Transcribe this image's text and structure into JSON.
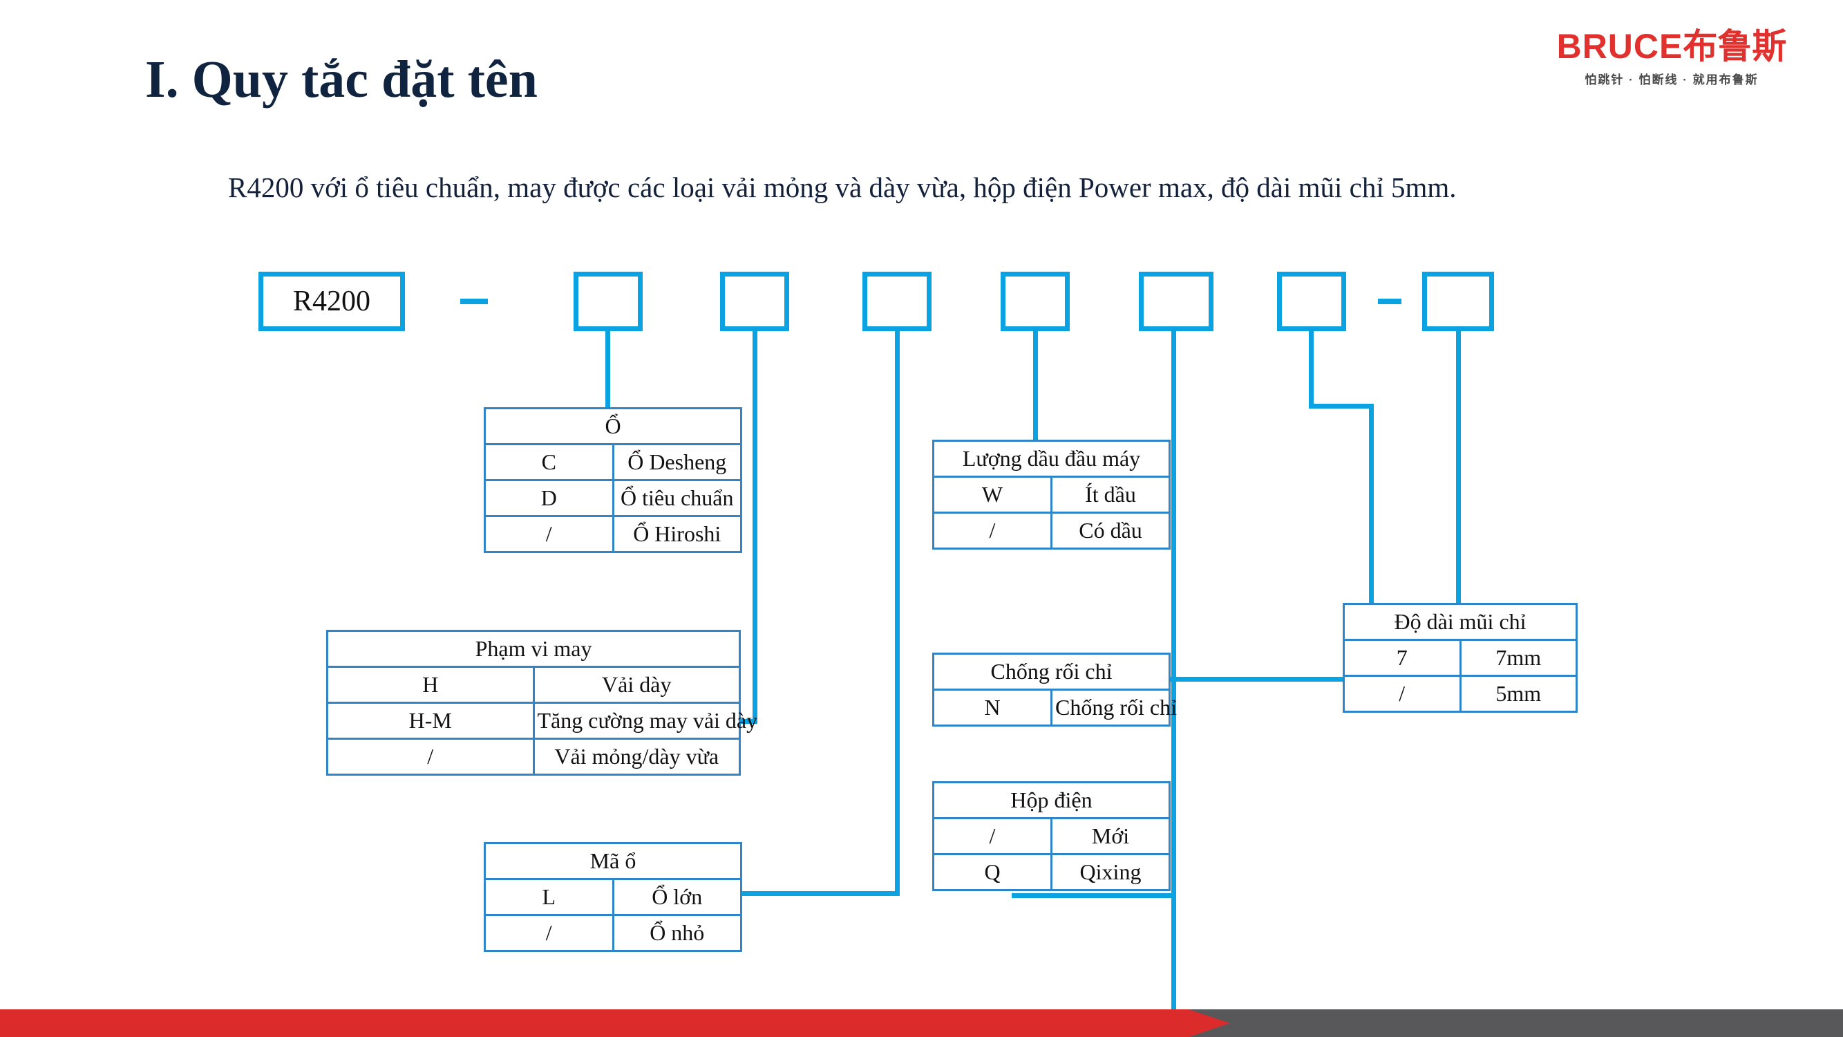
{
  "logo": {
    "brand_latin": "BRUCE",
    "brand_cn": "布鲁斯",
    "tagline": "怕跳针 · 怕断线 · 就用布鲁斯",
    "brand_color": "#E0312E",
    "tagline_color": "#4a4a4a"
  },
  "header": {
    "title": "I. Quy tắc đặt tên",
    "subtitle": "R4200 với ổ tiêu chuẩn, may được các loại vải mỏng và dày vừa, hộp điện Power max, độ dài mũi chỉ 5mm.",
    "title_color": "#102440"
  },
  "code_row": {
    "model_box": "R4200",
    "separator_1": "–",
    "separator_2": "-",
    "blank_boxes": [
      "",
      "",
      "",
      "",
      "",
      "",
      ""
    ]
  },
  "colors": {
    "connector_blue": "#0BA2E2",
    "table_border_blue": "#2E85C8",
    "bar_red": "#DB2B2B",
    "bar_grey": "#58585B"
  },
  "tables": [
    {
      "id": "o",
      "header": "Ổ",
      "rows": [
        {
          "code": "C",
          "desc": "Ổ Desheng"
        },
        {
          "code": "D",
          "desc": "Ổ tiêu chuẩn"
        },
        {
          "code": "/",
          "desc": "Ổ Hiroshi"
        }
      ]
    },
    {
      "id": "pham-vi-may",
      "header": "Phạm vi may",
      "rows": [
        {
          "code": "H",
          "desc": "Vải dày"
        },
        {
          "code": "H-M",
          "desc": "Tăng cường may vải dày"
        },
        {
          "code": "/",
          "desc": "Vải mỏng/dày vừa"
        }
      ]
    },
    {
      "id": "ma-o",
      "header": "Mã ổ",
      "rows": [
        {
          "code": "L",
          "desc": "Ổ lớn"
        },
        {
          "code": "/",
          "desc": "Ổ nhỏ"
        }
      ]
    },
    {
      "id": "luong-dau-dau-may",
      "header": "Lượng dầu đầu máy",
      "rows": [
        {
          "code": "W",
          "desc": "Ít dầu"
        },
        {
          "code": "/",
          "desc": "Có dầu"
        }
      ]
    },
    {
      "id": "chong-roi-chi",
      "header": "Chống rối chỉ",
      "rows": [
        {
          "code": "N",
          "desc": "Chống rối chỉ"
        }
      ]
    },
    {
      "id": "hop-dien",
      "header": "Hộp điện",
      "rows": [
        {
          "code": "/",
          "desc": "Mới"
        },
        {
          "code": "Q",
          "desc": "Qixing"
        }
      ]
    },
    {
      "id": "do-dai-mui-chi",
      "header": "Độ dài mũi chỉ",
      "rows": [
        {
          "code": "7",
          "desc": "7mm"
        },
        {
          "code": "/",
          "desc": "5mm"
        }
      ]
    }
  ]
}
